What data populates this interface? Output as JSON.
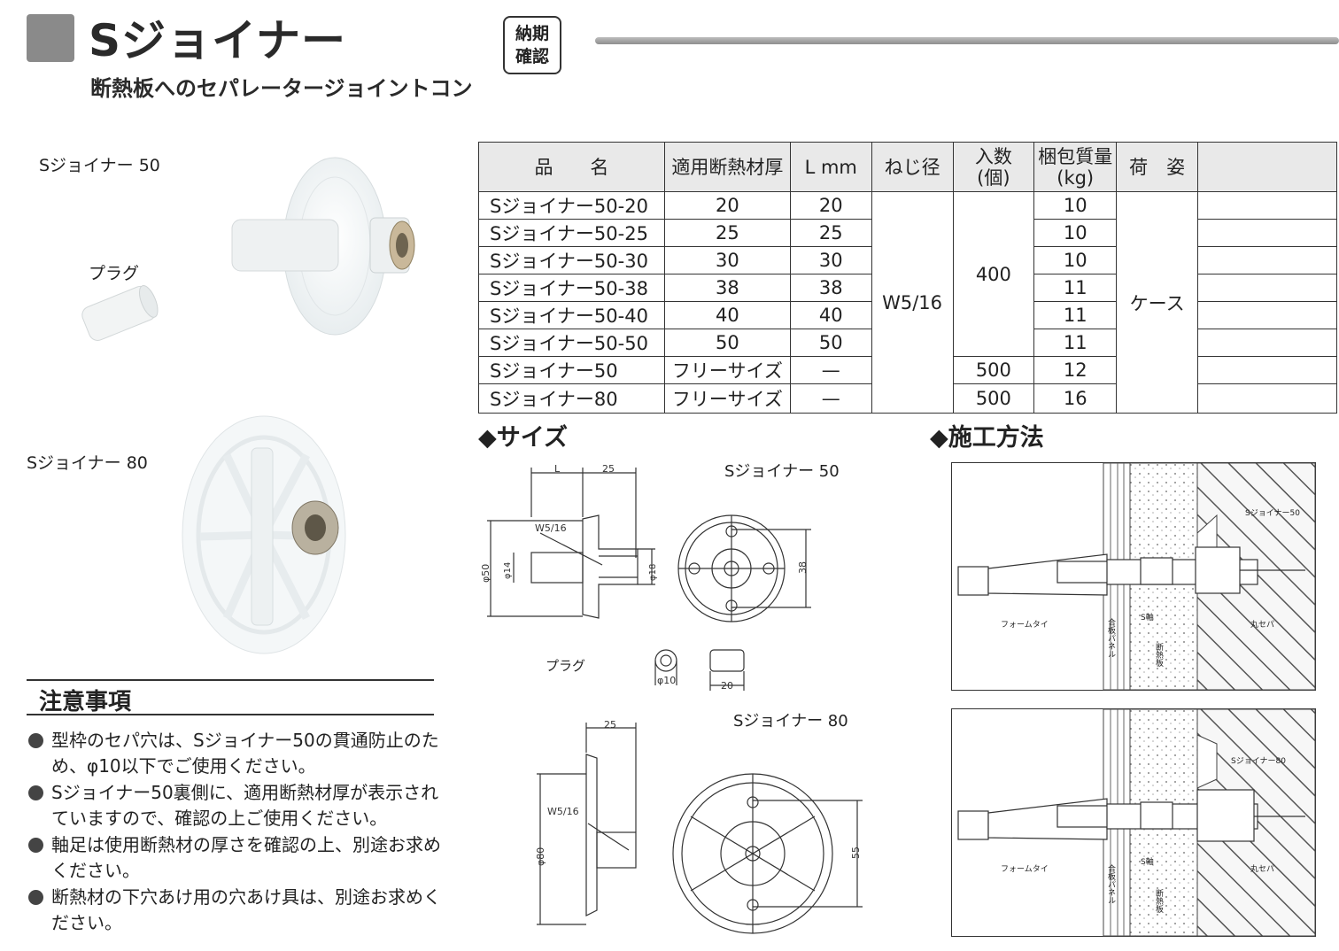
{
  "header": {
    "title": "Sジョイナー",
    "subtitle": "断熱板へのセパレータージョイントコン",
    "badge_line1": "納期",
    "badge_line2": "確認"
  },
  "photos": {
    "joiner50_label": "Sジョイナー 50",
    "plug_label": "プラグ",
    "joiner80_label": "Sジョイナー 80"
  },
  "table": {
    "headers": {
      "name": "品　　名",
      "thickness": "適用断熱材厚",
      "length": "L mm",
      "thread": "ねじ径",
      "qty_line1": "入数",
      "qty_line2": "(個)",
      "weight_line1": "梱包質量",
      "weight_line2": "(kg)",
      "packing": "荷　姿",
      "blank": ""
    },
    "rows": [
      {
        "name": "Sジョイナー50-20",
        "thickness": "20",
        "length": "20",
        "weight": "10"
      },
      {
        "name": "Sジョイナー50-25",
        "thickness": "25",
        "length": "25",
        "weight": "10"
      },
      {
        "name": "Sジョイナー50-30",
        "thickness": "30",
        "length": "30",
        "weight": "10"
      },
      {
        "name": "Sジョイナー50-38",
        "thickness": "38",
        "length": "38",
        "weight": "11"
      },
      {
        "name": "Sジョイナー50-40",
        "thickness": "40",
        "length": "40",
        "weight": "11"
      },
      {
        "name": "Sジョイナー50-50",
        "thickness": "50",
        "length": "50",
        "weight": "11"
      },
      {
        "name": "Sジョイナー50",
        "thickness": "フリーサイズ",
        "length": "—",
        "qty": "500",
        "weight": "12"
      },
      {
        "name": "Sジョイナー80",
        "thickness": "フリーサイズ",
        "length": "—",
        "qty": "500",
        "weight": "16"
      }
    ],
    "thread_merged": "W5/16",
    "qty_merged": "400",
    "packing_merged": "ケース"
  },
  "size_section": {
    "title": "◆サイズ",
    "joiner50_label": "Sジョイナー 50",
    "joiner80_label": "Sジョイナー 80",
    "plug_label": "プラグ",
    "dims": {
      "L": "L",
      "d25": "25",
      "thread": "W5/16",
      "phi50": "φ50",
      "phi14": "φ14",
      "phi18": "φ18",
      "d38": "38",
      "phi10": "φ10",
      "d20": "20",
      "phi80": "φ80",
      "d55": "55"
    }
  },
  "method_section": {
    "title": "◆施工方法",
    "labels": {
      "joiner50": "Sジョイナー50",
      "joiner80": "Sジョイナー80",
      "form_tie": "フォームタイ",
      "s_shaft": "S軸",
      "round_sepa": "丸セパ",
      "plywood_panel": "合板パネル",
      "insulation": "断熱板"
    }
  },
  "notes": {
    "title": "注意事項",
    "items": [
      "型枠のセパ穴は、Sジョイナー50の貫通防止のため、φ10以下でご使用ください。",
      "Sジョイナー50裏側に、適用断熱材厚が表示されていますので、確認の上ご使用ください。",
      "軸足は使用断熱材の厚さを確認の上、別途お求めください。",
      "断熱材の下穴あけ用の穴あけ具は、別途お求めください。"
    ]
  }
}
